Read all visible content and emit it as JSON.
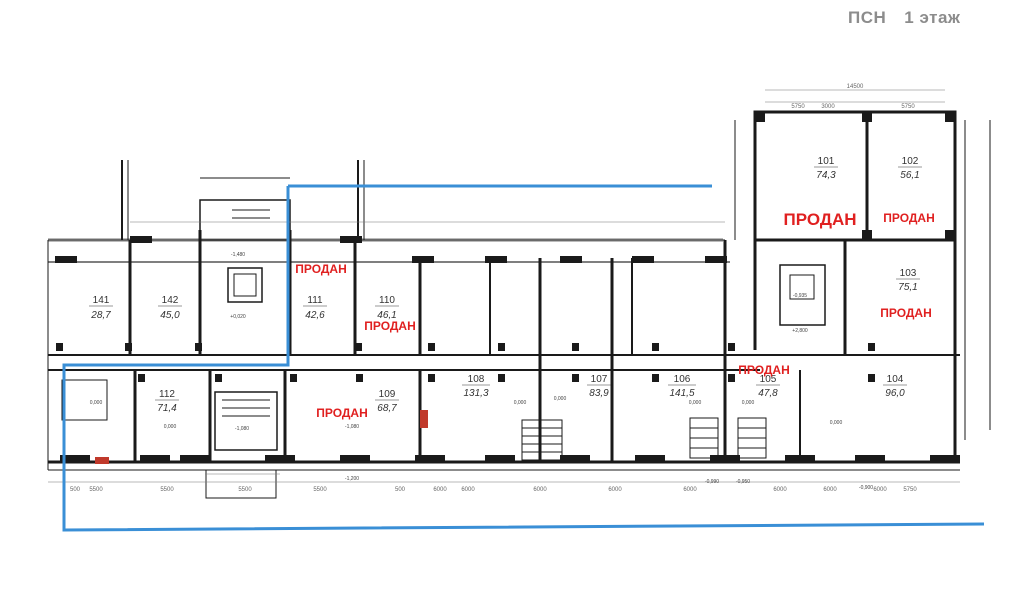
{
  "title": {
    "label": "ПСН",
    "floor": "1 этаж"
  },
  "sold_label": "ПРОДАН",
  "rooms": [
    {
      "number": "141",
      "area": "28,7"
    },
    {
      "number": "142",
      "area": "45,0"
    },
    {
      "number": "111",
      "area": "42,6"
    },
    {
      "number": "110",
      "area": "46,1"
    },
    {
      "number": "112",
      "area": "71,4"
    },
    {
      "number": "109",
      "area": "68,7"
    },
    {
      "number": "108",
      "area": "131,3"
    },
    {
      "number": "107",
      "area": "83,9"
    },
    {
      "number": "106",
      "area": "141,5"
    },
    {
      "number": "105",
      "area": "47,8"
    },
    {
      "number": "104",
      "area": "96,0"
    },
    {
      "number": "103",
      "area": "75,1"
    },
    {
      "number": "101",
      "area": "74,3"
    },
    {
      "number": "102",
      "area": "56,1"
    }
  ],
  "dimensions": {
    "top": [
      "14500",
      "5750",
      "3000",
      "5750"
    ],
    "bottom": [
      "500",
      "5500",
      "5500",
      "5500",
      "5500",
      "500",
      "6000",
      "6000",
      "6000",
      "6000",
      "6000",
      "5750"
    ]
  },
  "levels": [
    "0,000",
    "-1,080",
    "+0,020",
    "-1,480",
    "-1,200",
    "-0,990",
    "-0,950",
    "-0,900",
    "+2,800",
    "-0,935"
  ],
  "colors": {
    "boundary": "#3a8fd6",
    "sold": "#e02020",
    "walls": "#1a1a1a"
  }
}
